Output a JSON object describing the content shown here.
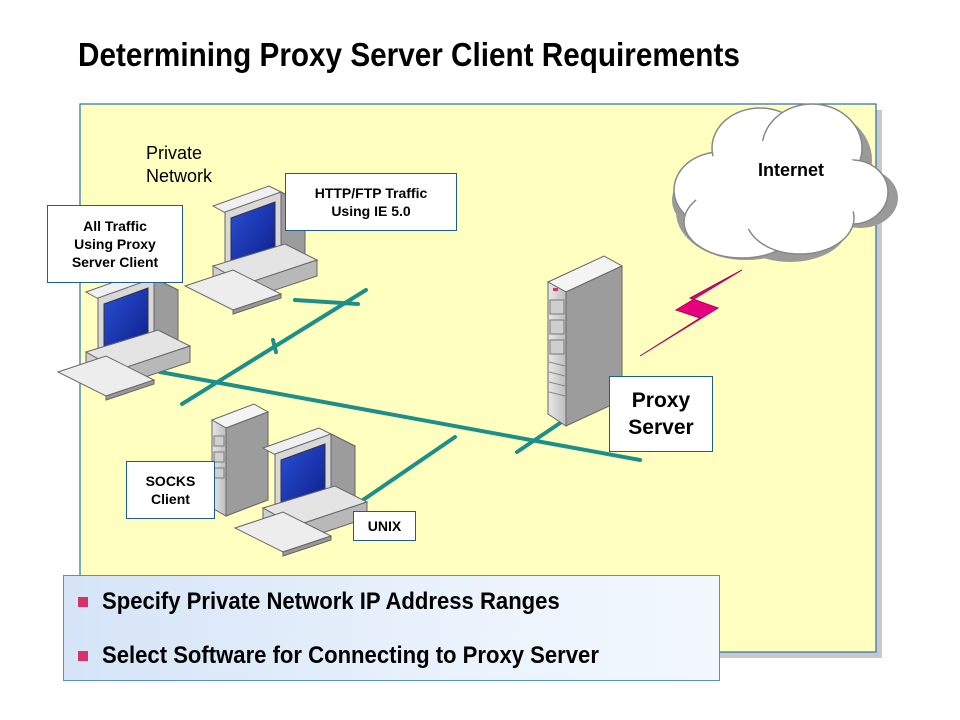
{
  "title": "Determining Proxy Server Client Requirements",
  "diagram": {
    "private_network_label_line1": "Private",
    "private_network_label_line2": "Network",
    "internet_label": "Internet",
    "all_traffic_client": [
      "All Traffic",
      "Using Proxy",
      "Server Client"
    ],
    "http_ftp_client": [
      "HTTP/FTP Traffic",
      "Using IE 5.0"
    ],
    "proxy_server": [
      "Proxy",
      "Server"
    ],
    "socks_client": [
      "SOCKS",
      "Client"
    ],
    "unix_label": "UNIX"
  },
  "bullets": [
    "Specify Private Network IP Address Ranges",
    "Select Software for Connecting to Proxy Server"
  ],
  "colors": {
    "private_network_fill": "#ffffc0",
    "network_line": "#1e8f88",
    "lightning": "#e6007e",
    "bullet_marker": "#d6336c",
    "box_border": "#1f5d8f"
  },
  "icons": [
    "workstation-icon",
    "server-tower-icon",
    "cloud-icon",
    "lightning-icon"
  ]
}
